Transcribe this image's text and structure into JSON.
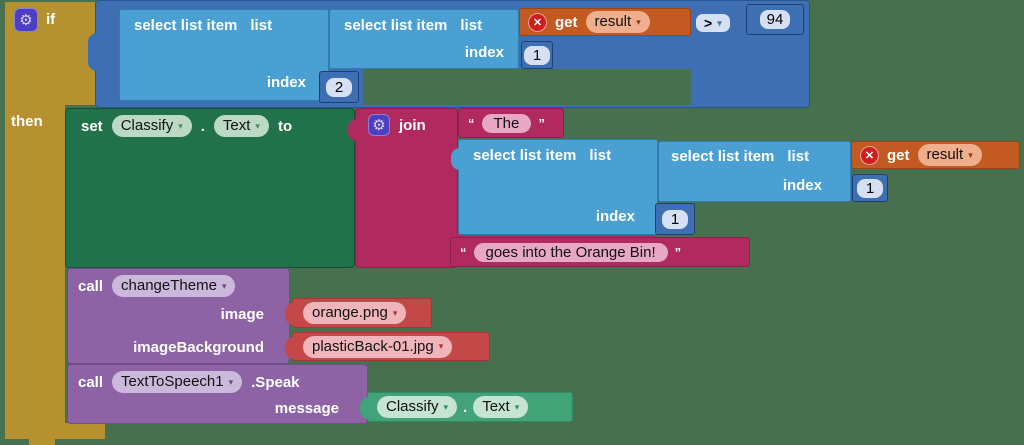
{
  "colors": {
    "bg": "#47704F",
    "mustard": "#B5912F",
    "blue": "#3E6FB2",
    "blueBorder": "#2A5590",
    "lblue": "#4AA0D2",
    "lblueBorder": "#2F7FAE",
    "numPill": "#D5E1F3",
    "orange": "#C25A21",
    "orangeBorder": "#9C4513",
    "orangePill": "#EFAE8C",
    "errorRed": "#CE1F1F",
    "magenta": "#B02A60",
    "magentaBorder": "#8F1F4C",
    "pinkPill": "#E8A7C4",
    "green": "#21714B",
    "greenBorder": "#174F35",
    "greenPill": "#BCD9C6",
    "getter": "#41A377",
    "getterBorder": "#2F8A63",
    "getterPill": "#C5E4D2",
    "purple": "#8D63A6",
    "purpleBorder": "#6F4D88",
    "purplePill": "#CBB9DB",
    "red": "#C54848",
    "redBorder": "#A83434",
    "redPill": "#EFB5BA",
    "gearBg": "#4D3FC4"
  },
  "icons": {
    "gear": "⚙",
    "dropdown": "▾",
    "error": "✕"
  },
  "if_block": {
    "if_label": "if",
    "then_label": "then"
  },
  "condition": {
    "operator": ">",
    "compare_value": "94",
    "select_outer": {
      "title": "select list item",
      "list_label": "list",
      "index_label": "index",
      "index_value": "2"
    },
    "select_inner": {
      "title": "select list item",
      "list_label": "list",
      "index_label": "index",
      "index_value": "1"
    },
    "get_result": {
      "label": "get",
      "variable": "result"
    }
  },
  "set_block": {
    "set_label": "set",
    "component": "Classify",
    "dot": ".",
    "property": "Text",
    "to_label": "to"
  },
  "join_block": {
    "label": "join",
    "text_item_1": {
      "open_quote": "“",
      "text": "The",
      "close_quote": "”"
    },
    "select_outer": {
      "title": "select list item",
      "list_label": "list",
      "index_label": "index",
      "index_value": "1"
    },
    "select_inner": {
      "title": "select list item",
      "list_label": "list",
      "index_label": "index",
      "index_value": "1"
    },
    "get_result": {
      "label": "get",
      "variable": "result"
    },
    "text_item_3": {
      "open_quote": "“",
      "text": "goes into the Orange Bin!",
      "close_quote": "”"
    }
  },
  "call_change_theme": {
    "call_label": "call",
    "procedure": "changeTheme",
    "params": [
      {
        "label": "image",
        "value": "orange.png"
      },
      {
        "label": "imageBackground",
        "value": "plasticBack-01.jpg"
      }
    ]
  },
  "call_text_to_speech": {
    "call_label": "call",
    "component": "TextToSpeech1",
    "method": ".Speak",
    "param_label": "message",
    "value": {
      "component": "Classify",
      "dot": ".",
      "property": "Text"
    }
  }
}
